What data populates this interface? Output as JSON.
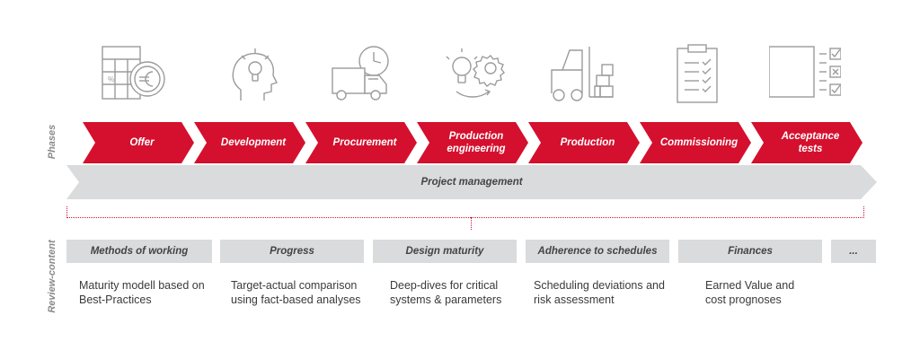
{
  "side_labels": {
    "phases": "Phases",
    "review": "Review-content"
  },
  "icons": [
    "calculator-euro-icon",
    "head-lightbulb-icon",
    "truck-clock-icon",
    "lightbulb-gear-icon",
    "forklift-icon",
    "clipboard-checklist-icon",
    "checklist-box-icon"
  ],
  "phases": [
    {
      "label": "Offer"
    },
    {
      "label": "Development"
    },
    {
      "label": "Procurement"
    },
    {
      "label": "Production engineering"
    },
    {
      "label": "Production"
    },
    {
      "label": "Commissioning"
    },
    {
      "label": "Acceptance tests"
    }
  ],
  "project_management": "Project management",
  "review": [
    {
      "title": "Methods of working",
      "desc": "Maturity modell based on\nBest-Practices"
    },
    {
      "title": "Progress",
      "desc": "Target-actual comparison\nusing fact-based analyses"
    },
    {
      "title": "Design maturity",
      "desc": "Deep-dives for critical\nsystems & parameters"
    },
    {
      "title": "Adherence to schedules",
      "desc": "Scheduling deviations and\nrisk assessment"
    },
    {
      "title": "Finances",
      "desc": "Earned Value and\ncost prognoses"
    },
    {
      "title": "...",
      "desc": ""
    }
  ],
  "colors": {
    "accent": "#d4102e",
    "grey_bar": "#d9dbdc",
    "icon_stroke": "#9b9b9b"
  }
}
